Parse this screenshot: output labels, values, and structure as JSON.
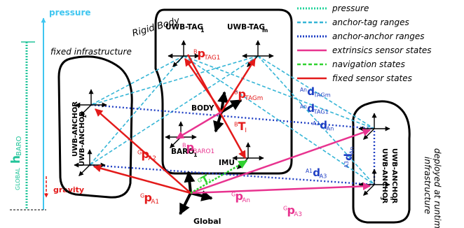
{
  "legend": [
    {
      "label": "pressure",
      "color": "#22d39a",
      "style": "dotted"
    },
    {
      "label": "anchor-tag ranges",
      "color": "#35b5d6",
      "style": "dashed"
    },
    {
      "label": "anchor-anchor ranges",
      "color": "#1f3fc4",
      "style": "dotted"
    },
    {
      "label": "extrinsics sensor states",
      "color": "#e8338f",
      "style": "solid"
    },
    {
      "label": "navigation states",
      "color": "#2fd12f",
      "style": "dashed"
    },
    {
      "label": "fixed sensor states",
      "color": "#e31a1a",
      "style": "solid"
    }
  ],
  "colors": {
    "cyan": "#35b5d6",
    "blue": "#1f3fc4",
    "magenta": "#e8338f",
    "green": "#2fd12f",
    "red": "#e31a1a",
    "teal": "#22c49a",
    "sky": "#3fc6f0"
  },
  "axis": {
    "pressure_label": "pressure",
    "gravity_label": "gravity",
    "hbaro": {
      "main": "h",
      "sub": "BARO",
      "pre": "GLOBAL"
    }
  },
  "regions": {
    "rigid_body": "Rigid Body",
    "fixed_infra": "fixed infrastructure",
    "runtime_infra_line1": "infrastructure",
    "runtime_infra_line2": "deployed at runtime"
  },
  "nodes": {
    "tag1": {
      "main": "UWB-TAG",
      "sub": "1"
    },
    "tagm": {
      "main": "UWB-TAG",
      "sub": "m"
    },
    "body": "BODY",
    "baro": {
      "main": "BARO",
      "sub": "1"
    },
    "imu": "IMU",
    "anchor1": {
      "main": "UWB-ANCHOR",
      "sub": "1"
    },
    "anchor2": {
      "main": "UWB-ANCHOR",
      "sub": "2"
    },
    "anchor3": {
      "main": "UWB-ANCHOR",
      "sub": "3"
    },
    "anchorn": {
      "main": "UWB-ANCHOR",
      "sub": "n"
    },
    "global": "Global"
  },
  "math": {
    "p_tag1": {
      "pre": "B",
      "main": "p",
      "sub": "TAG1"
    },
    "p_tagm": {
      "pre": "B",
      "main": "p",
      "sub": "TAGm"
    },
    "p_baro1": {
      "pre": "B",
      "main": "p",
      "sub": "BARO1"
    },
    "t_i": {
      "pre": "B",
      "main": "T",
      "sub": "I"
    },
    "g_t": {
      "pre": "G",
      "main": "T",
      "sub": "I"
    },
    "p_a1": {
      "pre": "G",
      "main": "p",
      "sub": "A1"
    },
    "p_a2": {
      "pre": "G",
      "main": "p",
      "sub": "A2"
    },
    "p_an": {
      "pre": "G",
      "main": "p",
      "sub": "An"
    },
    "p_a3": {
      "pre": "G",
      "main": "p",
      "sub": "A3"
    },
    "d_tagm": {
      "pre": "An",
      "main": "d",
      "sub": "TAGm"
    },
    "d_tag1": {
      "pre": "An",
      "main": "d",
      "sub": "TAG1"
    },
    "d_a2_an": {
      "pre": "A2",
      "main": "d",
      "sub": "An"
    },
    "d_a1_a3": {
      "pre": "A1",
      "main": "d",
      "sub": "A3"
    },
    "d_a3_an": {
      "pre": "A3",
      "main": "d",
      "sub": "An"
    }
  }
}
